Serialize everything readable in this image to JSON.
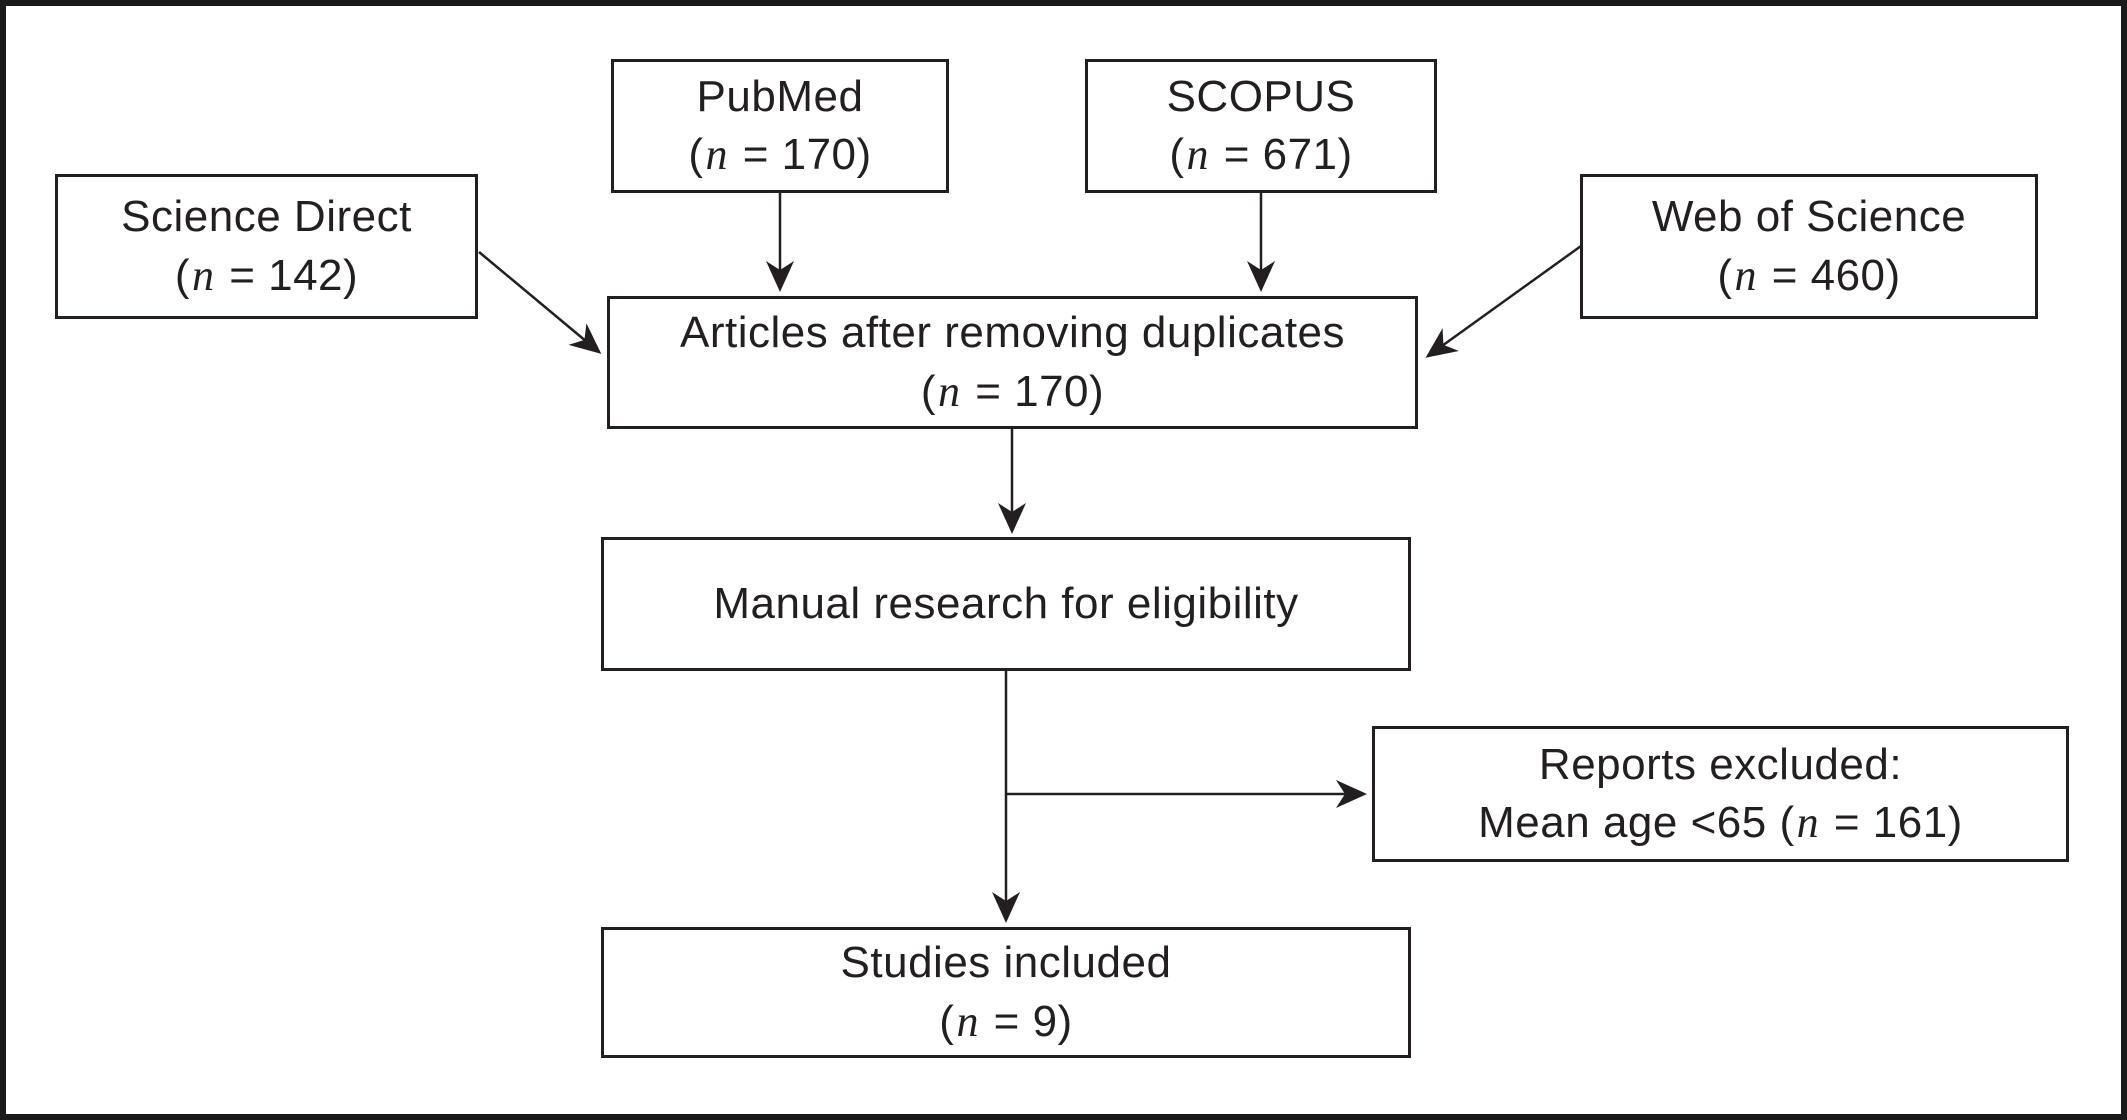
{
  "diagram": {
    "kind": "flowchart",
    "colors": {
      "ink": "#231f20",
      "background": "#ffffff"
    },
    "boxes": [
      {
        "id": "science-direct",
        "line1": "Science Direct",
        "line2_pre": "(",
        "line2_n": "n",
        "line2_post": " = 142)"
      },
      {
        "id": "pubmed",
        "line1": "PubMed",
        "line2_pre": "(",
        "line2_n": "n",
        "line2_post": " = 170)"
      },
      {
        "id": "scopus",
        "line1": "SCOPUS",
        "line2_pre": "(",
        "line2_n": "n",
        "line2_post": " = 671)"
      },
      {
        "id": "web-of-science",
        "line1": "Web of Science",
        "line2_pre": "(",
        "line2_n": "n",
        "line2_post": " = 460)"
      },
      {
        "id": "articles-after-removing-duplicates",
        "line1": "Articles after removing duplicates",
        "line2_pre": "(",
        "line2_n": "n",
        "line2_post": " = 170)"
      },
      {
        "id": "manual-research-for-eligibility",
        "line1": "Manual research for eligibility"
      },
      {
        "id": "reports-excluded",
        "line1": "Reports excluded:",
        "line2_pre": "Mean age <65 (",
        "line2_n": "n",
        "line2_post": " = 161)"
      },
      {
        "id": "studies-included",
        "line1": "Studies included",
        "line2_pre": "(",
        "line2_n": "n",
        "line2_post": " = 9)"
      }
    ]
  }
}
